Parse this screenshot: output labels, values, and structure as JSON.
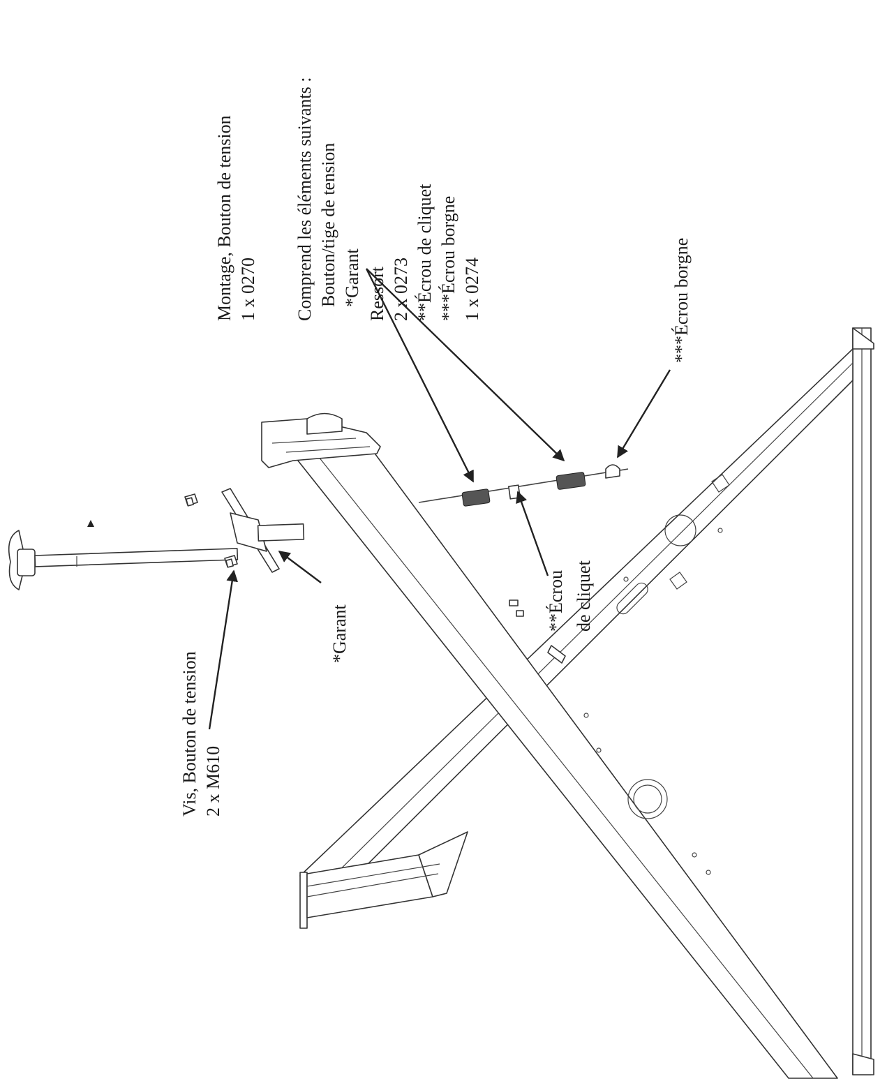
{
  "labels": {
    "montage_title": "Montage, Bouton de tension",
    "montage_qty": "1 x 0270",
    "comprend": "Comprend les éléments suivants :",
    "bouton_tige": "Bouton/tige de tension",
    "garant_item": "*Garant",
    "ressort": "Ressort",
    "ressort_qty": "2 x 0273",
    "ecrou_cliquet_item": "**Écrou de cliquet",
    "ecrou_borgne_item": "***Écrou borgne",
    "ecrou_borgne_qty": "1 x 0274",
    "ecrou_borgne_callout": "***Écrou borgne",
    "ecrou_cliquet_callout_1": "**Écrou",
    "ecrou_cliquet_callout_2": "de cliquet",
    "garant_callout": "*Garant",
    "vis_title": "Vis, Bouton de tension",
    "vis_qty": "2 x M610"
  },
  "colors": {
    "line": "#333333",
    "text": "#1a1a1a",
    "spring": "#555555"
  }
}
